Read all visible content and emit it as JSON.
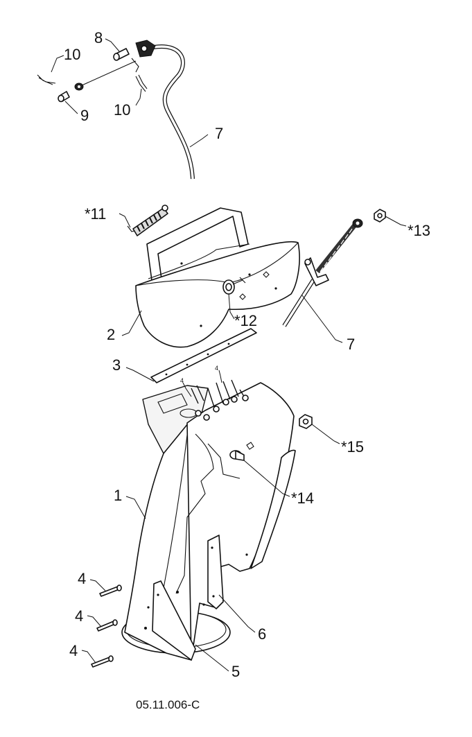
{
  "drawing_number": "05.11.006-C",
  "callouts": [
    {
      "id": "c10a",
      "text": "10"
    },
    {
      "id": "c8",
      "text": "8"
    },
    {
      "id": "c9",
      "text": "9"
    },
    {
      "id": "c10b",
      "text": "10"
    },
    {
      "id": "c7a",
      "text": "7"
    },
    {
      "id": "c11",
      "text": "*11"
    },
    {
      "id": "c13",
      "text": "*13"
    },
    {
      "id": "c2",
      "text": "2"
    },
    {
      "id": "c12",
      "text": "*12"
    },
    {
      "id": "c7b",
      "text": "7"
    },
    {
      "id": "c3",
      "text": "3"
    },
    {
      "id": "c15",
      "text": "*15"
    },
    {
      "id": "c1",
      "text": "1"
    },
    {
      "id": "c14",
      "text": "*14"
    },
    {
      "id": "c4a",
      "text": "4"
    },
    {
      "id": "c4b",
      "text": "4"
    },
    {
      "id": "c4c",
      "text": "4"
    },
    {
      "id": "c6",
      "text": "6"
    },
    {
      "id": "c5",
      "text": "5"
    }
  ],
  "small_labels": [
    {
      "id": "s4a",
      "text": "4"
    },
    {
      "id": "s4b",
      "text": "4"
    }
  ]
}
